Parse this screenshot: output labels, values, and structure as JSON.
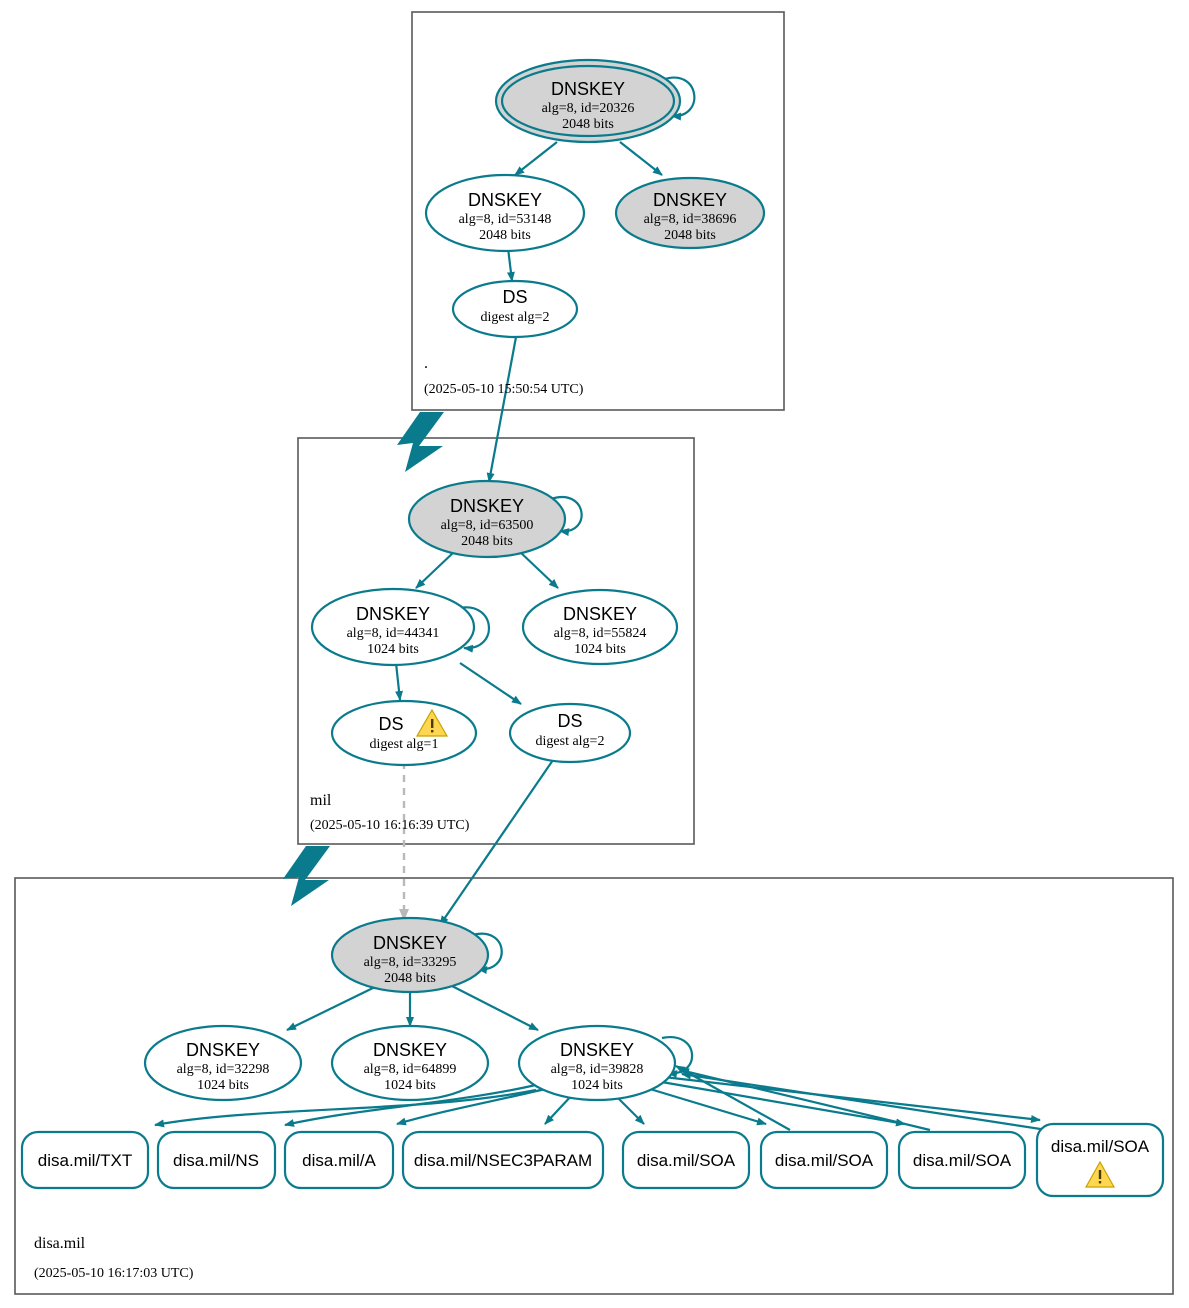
{
  "diagram": {
    "type": "dnssec-authentication-chain",
    "title": "DNSSEC authentication chain for disa.mil",
    "colors": {
      "accent": "#0a7b8c",
      "node_fill_secure": "#d3d3d3",
      "node_fill_plain": "#ffffff",
      "zone_border": "#595959",
      "warning": "#ffd64f",
      "dashed_edge": "#b9b9b9"
    }
  },
  "zones": [
    {
      "id": "root",
      "name": ".",
      "timestamp": "(2025-05-10 15:50:54 UTC)",
      "nodes": [
        {
          "id": "root-ksk-20326",
          "kind": "DNSKEY",
          "title": "DNSKEY",
          "line2": "alg=8, id=20326",
          "line3": "2048 bits",
          "style": "trust-anchor-gray",
          "self_signed": true
        },
        {
          "id": "root-zsk-53148",
          "kind": "DNSKEY",
          "title": "DNSKEY",
          "line2": "alg=8, id=53148",
          "line3": "2048 bits",
          "style": "white",
          "self_signed": false
        },
        {
          "id": "root-zsk-38696",
          "kind": "DNSKEY",
          "title": "DNSKEY",
          "line2": "alg=8, id=38696",
          "line3": "2048 bits",
          "style": "gray",
          "self_signed": false
        },
        {
          "id": "root-ds-2",
          "kind": "DS",
          "title": "DS",
          "line2": "digest alg=2",
          "line3": "",
          "style": "white",
          "warning": false
        }
      ]
    },
    {
      "id": "mil",
      "name": "mil",
      "timestamp": "(2025-05-10 16:16:39 UTC)",
      "nodes": [
        {
          "id": "mil-ksk-63500",
          "kind": "DNSKEY",
          "title": "DNSKEY",
          "line2": "alg=8, id=63500",
          "line3": "2048 bits",
          "style": "gray",
          "self_signed": true
        },
        {
          "id": "mil-zsk-44341",
          "kind": "DNSKEY",
          "title": "DNSKEY",
          "line2": "alg=8, id=44341",
          "line3": "1024 bits",
          "style": "white",
          "self_signed": true
        },
        {
          "id": "mil-zsk-55824",
          "kind": "DNSKEY",
          "title": "DNSKEY",
          "line2": "alg=8, id=55824",
          "line3": "1024 bits",
          "style": "white",
          "self_signed": false
        },
        {
          "id": "mil-ds-1",
          "kind": "DS",
          "title": "DS",
          "line2": "digest alg=1",
          "line3": "",
          "style": "white",
          "warning": true
        },
        {
          "id": "mil-ds-2",
          "kind": "DS",
          "title": "DS",
          "line2": "digest alg=2",
          "line3": "",
          "style": "white",
          "warning": false
        }
      ]
    },
    {
      "id": "disa-mil",
      "name": "disa.mil",
      "timestamp": "(2025-05-10 16:17:03 UTC)",
      "nodes": [
        {
          "id": "disa-ksk-33295",
          "kind": "DNSKEY",
          "title": "DNSKEY",
          "line2": "alg=8, id=33295",
          "line3": "2048 bits",
          "style": "gray",
          "self_signed": true
        },
        {
          "id": "disa-zsk-32298",
          "kind": "DNSKEY",
          "title": "DNSKEY",
          "line2": "alg=8, id=32298",
          "line3": "1024 bits",
          "style": "white",
          "self_signed": false
        },
        {
          "id": "disa-zsk-64899",
          "kind": "DNSKEY",
          "title": "DNSKEY",
          "line2": "alg=8, id=64899",
          "line3": "1024 bits",
          "style": "white",
          "self_signed": false
        },
        {
          "id": "disa-zsk-39828",
          "kind": "DNSKEY",
          "title": "DNSKEY",
          "line2": "alg=8, id=39828",
          "line3": "1024 bits",
          "style": "white",
          "self_signed": true
        }
      ],
      "rrsets": [
        {
          "id": "rr-txt",
          "label": "disa.mil/TXT",
          "warning": false
        },
        {
          "id": "rr-ns",
          "label": "disa.mil/NS",
          "warning": false
        },
        {
          "id": "rr-a",
          "label": "disa.mil/A",
          "warning": false
        },
        {
          "id": "rr-nsec3param",
          "label": "disa.mil/NSEC3PARAM",
          "warning": false
        },
        {
          "id": "rr-soa-1",
          "label": "disa.mil/SOA",
          "warning": false
        },
        {
          "id": "rr-soa-2",
          "label": "disa.mil/SOA",
          "warning": false
        },
        {
          "id": "rr-soa-3",
          "label": "disa.mil/SOA",
          "warning": false
        },
        {
          "id": "rr-soa-4",
          "label": "disa.mil/SOA",
          "warning": true
        }
      ]
    }
  ]
}
